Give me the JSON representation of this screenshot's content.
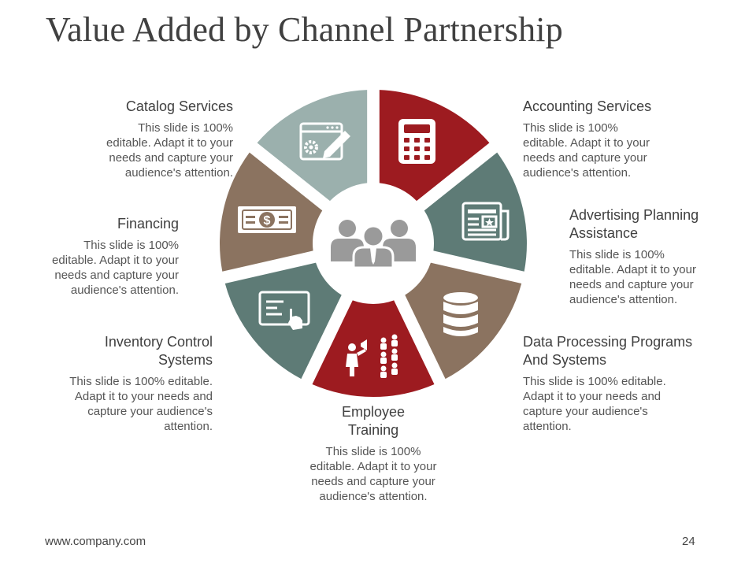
{
  "title": "Value Added by Channel Partnership",
  "footer": {
    "website": "www.company.com",
    "page_number": "24"
  },
  "colors": {
    "red": "#9d1b20",
    "teal": "#5e7b76",
    "brown": "#8b7360",
    "sage": "#9bb0ad",
    "white": "#ffffff",
    "gray": "#9a9a9a"
  },
  "segments": [
    {
      "id": "accounting",
      "color": "red",
      "icon": "calculator-icon"
    },
    {
      "id": "advertising",
      "color": "teal",
      "icon": "newspaper-icon"
    },
    {
      "id": "data",
      "color": "brown",
      "icon": "database-icon"
    },
    {
      "id": "training",
      "color": "red",
      "icon": "presentation-people-icon"
    },
    {
      "id": "inventory",
      "color": "teal",
      "icon": "touch-screen-icon"
    },
    {
      "id": "financing",
      "color": "brown",
      "icon": "dollar-bill-icon"
    },
    {
      "id": "catalog",
      "color": "sage",
      "icon": "web-settings-edit-icon"
    }
  ],
  "center_icon": "team-people-icon",
  "blocks": {
    "catalog": {
      "heading": "Catalog Services",
      "body": "This slide is 100%\neditable. Adapt it to your\nneeds and capture your\naudience's attention."
    },
    "financing": {
      "heading": "Financing",
      "body": "This slide is 100%\neditable. Adapt it to your\nneeds and capture your\naudience's attention."
    },
    "inventory": {
      "heading": "Inventory Control\nSystems",
      "body": "This slide is 100% editable.\nAdapt it to your needs and\ncapture your audience's\nattention."
    },
    "training": {
      "heading": "Employee\nTraining",
      "body": "This slide is 100%\neditable. Adapt it to your\nneeds and capture your\naudience's attention."
    },
    "accounting": {
      "heading": "Accounting Services",
      "body": "This slide is 100%\neditable. Adapt it to your\nneeds and capture your\naudience's attention."
    },
    "advertising": {
      "heading": "Advertising Planning\nAssistance",
      "body": "This slide is 100%\neditable. Adapt it to your\nneeds and capture your\naudience's attention."
    },
    "data": {
      "heading": "Data Processing Programs\nAnd Systems",
      "body": "This slide is 100% editable.\nAdapt it to your needs and\ncapture your audience's\nattention."
    }
  }
}
